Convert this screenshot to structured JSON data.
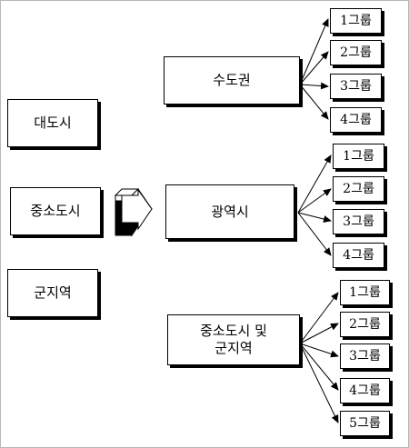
{
  "left_categories": [
    {
      "label": "대도시"
    },
    {
      "label": "중소도시"
    },
    {
      "label": "군지역"
    }
  ],
  "mid_categories": [
    {
      "label": "수도권",
      "groups": [
        "1그룹",
        "2그룹",
        "3그룹",
        "4그룹"
      ]
    },
    {
      "label": "광역시",
      "groups": [
        "1그룹",
        "2그룹",
        "3그룹",
        "4그룹"
      ]
    },
    {
      "label": "중소도시 및\n군지역",
      "groups": [
        "1그룹",
        "2그룹",
        "3그룹",
        "4그룹",
        "5그룹"
      ]
    }
  ]
}
